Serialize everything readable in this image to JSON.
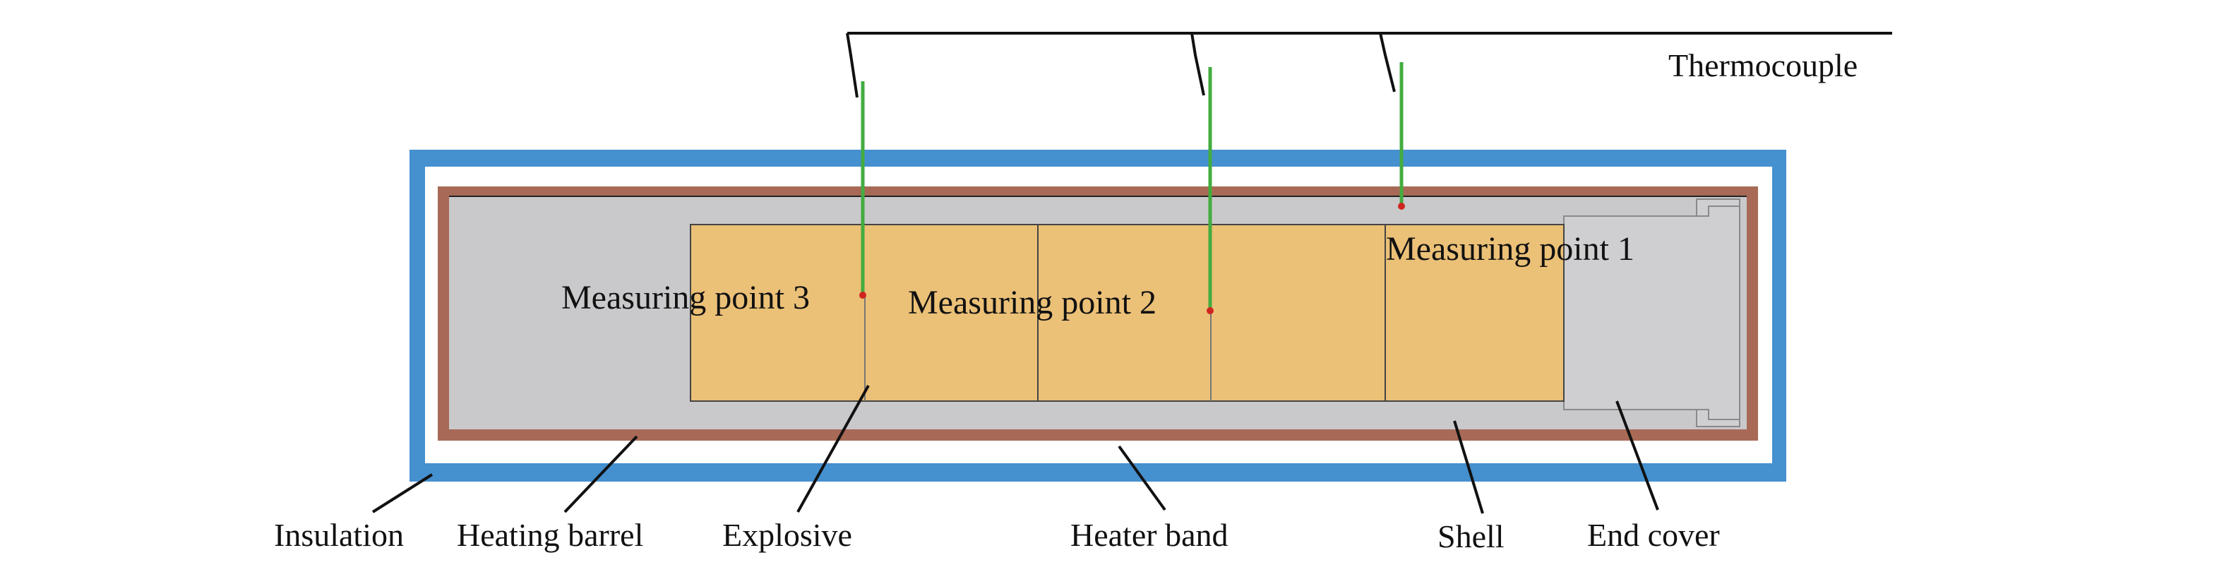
{
  "labels": {
    "thermocouple": "Thermocouple",
    "measuring_point_1": "Measuring point 1",
    "measuring_point_2": "Measuring point 2",
    "measuring_point_3": "Measuring point 3",
    "insulation": "Insulation",
    "heating_barrel": "Heating barrel",
    "explosive": "Explosive",
    "heater_band": "Heater band",
    "shell": "Shell",
    "end_cover": "End cover"
  },
  "colors": {
    "insulation": "#4590cf",
    "heating_barrel": "#a86a56",
    "shell": "#c9c9cb",
    "explosive": "#ebc077",
    "end_cover": "#cfcfd1",
    "thermocouple_probe": "#43ac3f",
    "measuring_point": "#d0251f",
    "leader_line": "#111111"
  }
}
